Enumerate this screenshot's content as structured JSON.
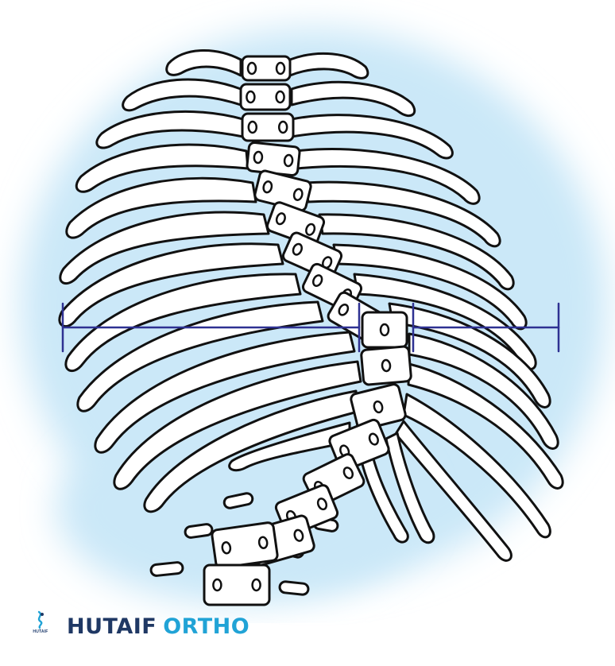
{
  "brand": {
    "logo_caption": "HUTAIF",
    "word1": "HUTAIF",
    "word2": "ORTHO"
  },
  "colors": {
    "glow": "#cfe9f8",
    "outline": "#111111",
    "bone_fill": "#ffffff",
    "measure_line": "#2e3192",
    "brand_dark": "#1f3864",
    "brand_accent": "#21a3d6"
  },
  "icons": [
    "spine-logo-icon"
  ]
}
